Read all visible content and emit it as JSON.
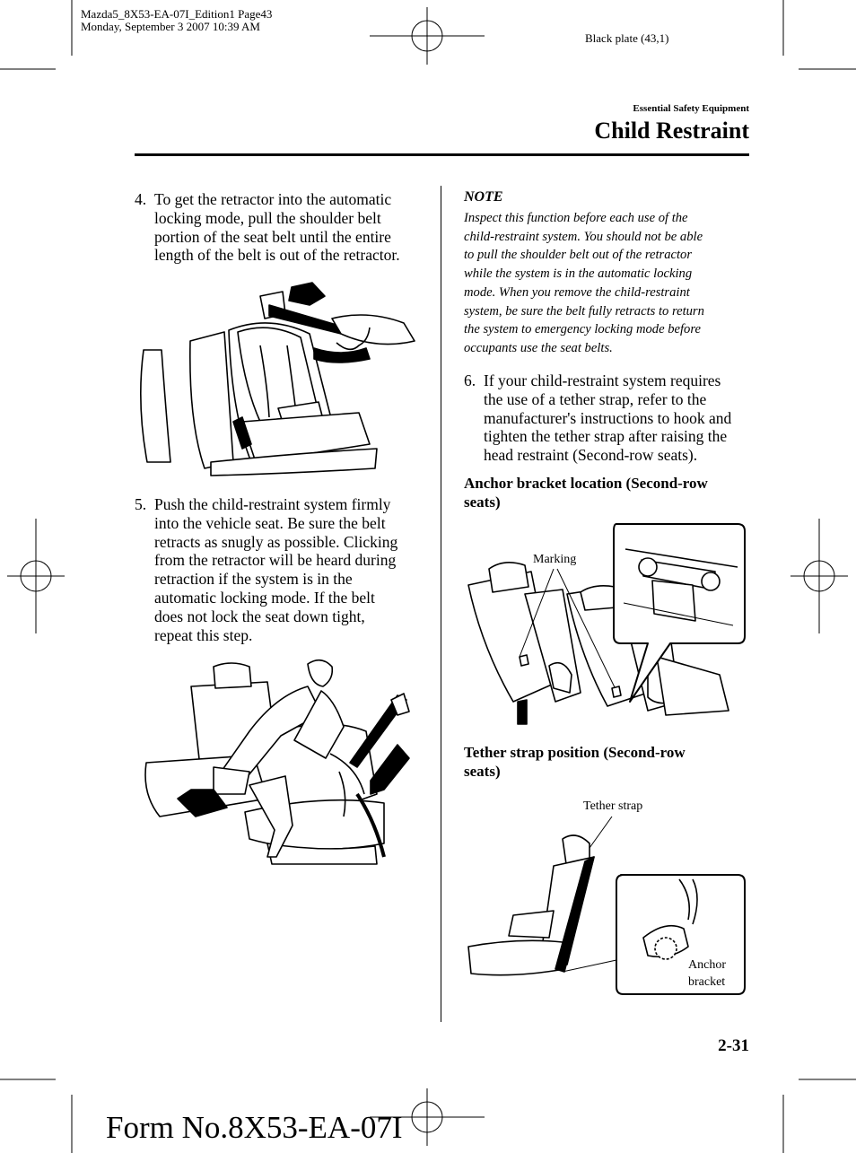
{
  "header": {
    "file_line1": "Mazda5_8X53-EA-07I_Edition1 Page43",
    "file_line2": "Monday, September 3 2007 10:39 AM",
    "plate": "Black plate (43,1)",
    "section": "Essential Safety Equipment",
    "title": "Child Restraint"
  },
  "left_column": {
    "step4": {
      "number": "4.",
      "lines": [
        "To get the retractor into the automatic",
        "locking mode, pull the shoulder belt",
        "portion of the seat belt until the entire",
        "length of the belt is out of the retractor."
      ]
    },
    "step5": {
      "number": "5.",
      "lines": [
        "Push the child-restraint system firmly",
        "into the vehicle seat. Be sure the belt",
        "retracts as snugly as possible. Clicking",
        "from the retractor will be heard during",
        "retraction if the system is in the",
        "automatic locking mode. If the belt",
        "does not lock the seat down tight,",
        "repeat this step."
      ]
    }
  },
  "right_column": {
    "note_heading": "NOTE",
    "note_lines": [
      "Inspect this function before each use of the",
      "child-restraint system. You should not be able",
      "to pull the shoulder belt out of the retractor",
      "while the system is in the automatic locking",
      "mode. When you remove the child-restraint",
      "system, be sure the belt fully retracts to return",
      "the system to emergency locking mode before",
      "occupants use the seat belts."
    ],
    "step6": {
      "number": "6.",
      "lines": [
        "If your child-restraint system requires",
        "the use of a tether strap, refer to the",
        "manufacturer's instructions to hook and",
        "tighten the tether strap after raising the",
        "head restraint (Second-row seats)."
      ]
    },
    "anchor_heading": [
      "Anchor bracket location (Second-row",
      "seats)"
    ],
    "anchor_label_marking": "Marking",
    "tether_heading": [
      "Tether strap position (Second-row",
      "seats)"
    ],
    "tether_label_strap": "Tether strap",
    "tether_label_anchor": [
      "Anchor",
      "bracket"
    ]
  },
  "footer": {
    "page_number": "2-31",
    "form_number": "Form No.8X53-EA-07I"
  }
}
